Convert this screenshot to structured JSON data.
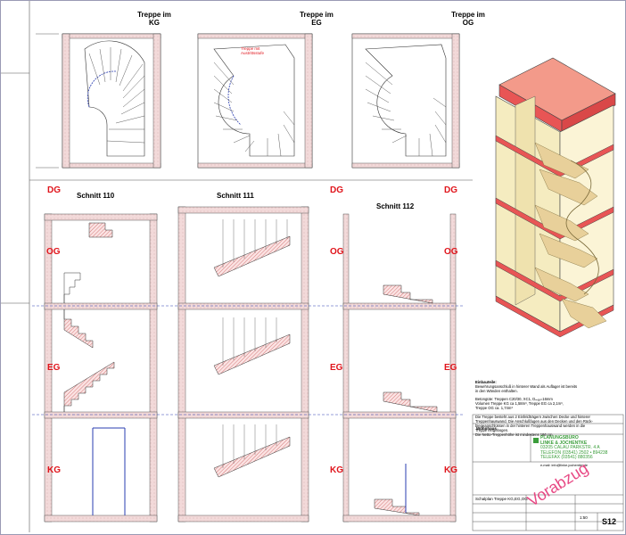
{
  "plans": [
    {
      "title_line1": "Treppe im",
      "title_line2": "KG"
    },
    {
      "title_line1": "Treppe im",
      "title_line2": "EG"
    },
    {
      "title_line1": "Treppe im",
      "title_line2": "OG"
    }
  ],
  "plan_annotation": "Treppe mit Austrittsstufe",
  "sections": [
    "Schnitt 110",
    "Schnitt 111",
    "Schnitt 112"
  ],
  "levels": {
    "dg": "DG",
    "og": "OG",
    "eg": "EG",
    "kg": "KG"
  },
  "notes": {
    "heading": "Einbauteile:",
    "items": [
      "Bewehrungsanschluß in hinterer Wand als Auflager ist bereits",
      "in den Wänden enthalten.",
      "",
      "Betongüte: Treppen C20/30, XC1, Dₘₐₓ=16mm",
      "Volumen Treppe KG ca 1,58m³, Treppe EG ca 2,1m³,",
      "Treppe OG ca. 1,74m³",
      "",
      "Die Treppe besteht aus 2 Einfeldträgern zwischen Decke und hinterer",
      "Treppenhauswand. Die Anschlußfugen aus den Decken und den Rück-",
      "biegeanschlüssen in der hinteren Treppenhauswand werden in die",
      "Treppe eingebogen.",
      "Die Netto-Treppenhöhe ist mindestens 166 cm."
    ]
  },
  "title_block": {
    "project_label": "Wohnhaus",
    "company_name": "PLANUNGSBÜRO",
    "company_sub": "LINKE & JOCHENTKE",
    "address_1": "03205 CALAU  PARKSTR. 4 A",
    "address_2": "TELEFON (03541) 2502 • 894238",
    "address_3": "TELEFAX (03541) 880356",
    "email": "e-mail: info@linke-jochentke.de",
    "drawing_title": "Schalplan Treppe KG,EG,OG",
    "scale": "1:50",
    "sheet_number": "S12",
    "stamp": "Vorabzug"
  },
  "colors": {
    "level_text": "#e0141b",
    "concrete_hatch": "#e8a8a8",
    "model_wall": "#f5ecc0",
    "model_slab": "#e85555",
    "model_roof": "#f39a8a",
    "model_stair": "#e8d09a",
    "stamp": "#e63a7a"
  }
}
